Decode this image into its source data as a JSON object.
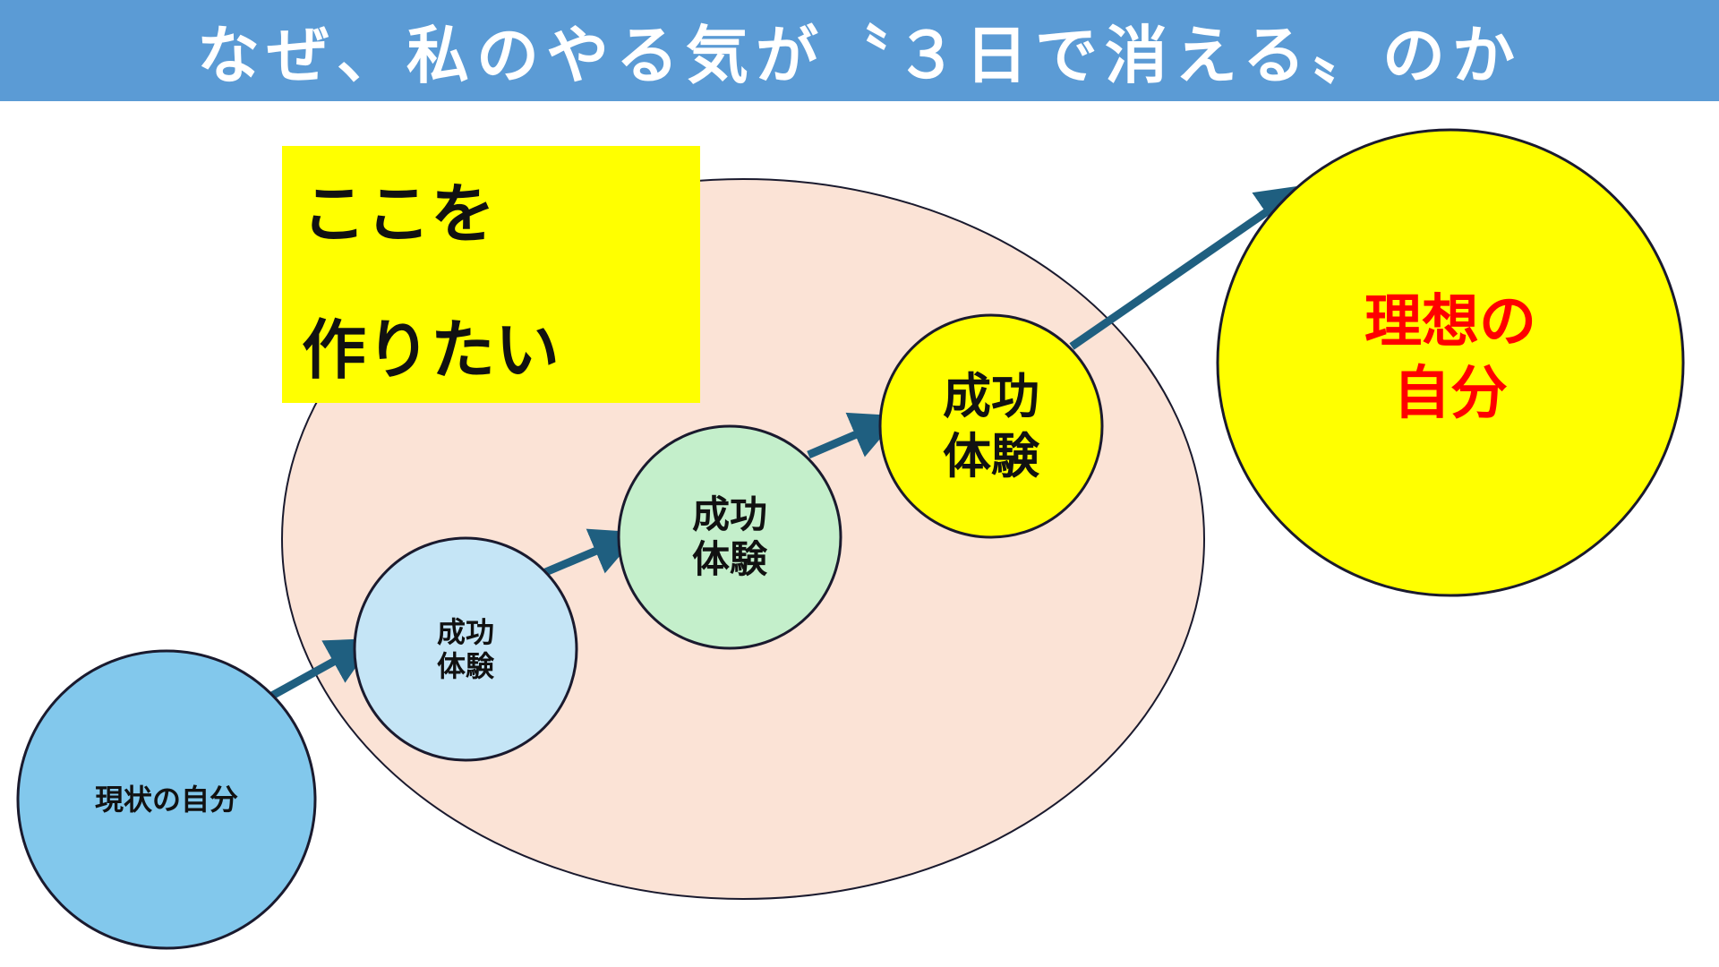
{
  "title": "なぜ、私のやる気が〝３日で消える〟のか",
  "callout": {
    "line1": "ここを",
    "line2": "作りたい"
  },
  "nodes": {
    "current": {
      "line1": "現状の自分"
    },
    "step1": {
      "line1": "成功",
      "line2": "体験"
    },
    "step2": {
      "line1": "成功",
      "line2": "体験"
    },
    "step3": {
      "line1": "成功",
      "line2": "体験"
    },
    "ideal": {
      "line1": "理想の",
      "line2": "自分"
    }
  },
  "colors": {
    "title_bar": "#5b9bd5",
    "zone": "#fbe3d6",
    "current": "#82c8ec",
    "step1": "#c5e5f6",
    "step2": "#c4efcb",
    "step3": "#ffff00",
    "ideal": "#ffff00",
    "callout": "#ffff00",
    "arrow": "#1f5f80",
    "ideal_text": "#ff0000"
  }
}
